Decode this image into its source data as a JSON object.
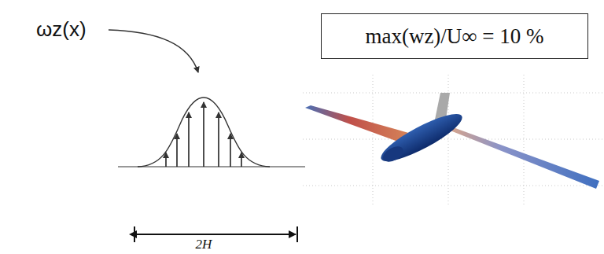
{
  "diagram": {
    "nodes": [
      {
        "text": [
          "max(wz)/U∞ = 10 %"
        ]
      }
    ],
    "labels": [
      "ωz(x)",
      "2H"
    ]
  }
}
